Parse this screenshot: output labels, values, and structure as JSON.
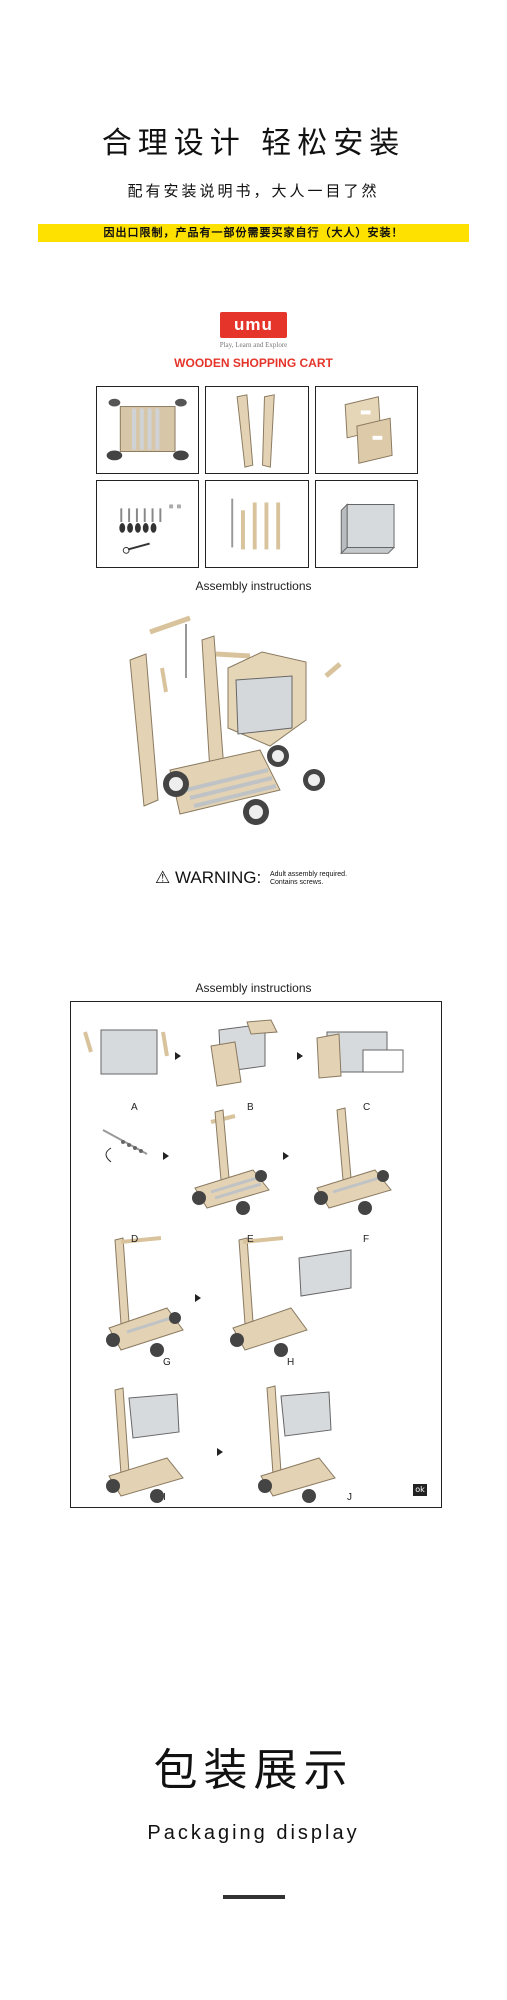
{
  "header": {
    "title": "合理设计  轻松安装",
    "subtitle": "配有安装说明书，大人一目了然",
    "notice": "因出口限制，产品有一部份需要买家自行（大人）安装！"
  },
  "brand": {
    "logo_text": "umu",
    "tagline": "Play, Learn and Explore",
    "product_name": "WOODEN SHOPPING CART",
    "accent_color": "#e5352b",
    "notice_color": "#ffe100"
  },
  "assembly_1": {
    "title": "Assembly instructions",
    "warning_label": "WARNING:",
    "warning_line1": "Adult assembly required.",
    "warning_line2": "Contains screws."
  },
  "assembly_2": {
    "title": "Assembly instructions",
    "steps": [
      "A",
      "B",
      "C",
      "D",
      "E",
      "F",
      "G",
      "H",
      "I",
      "J"
    ],
    "ok_badge": "ok"
  },
  "packaging": {
    "title": "包装展示",
    "subtitle": "Packaging display"
  }
}
